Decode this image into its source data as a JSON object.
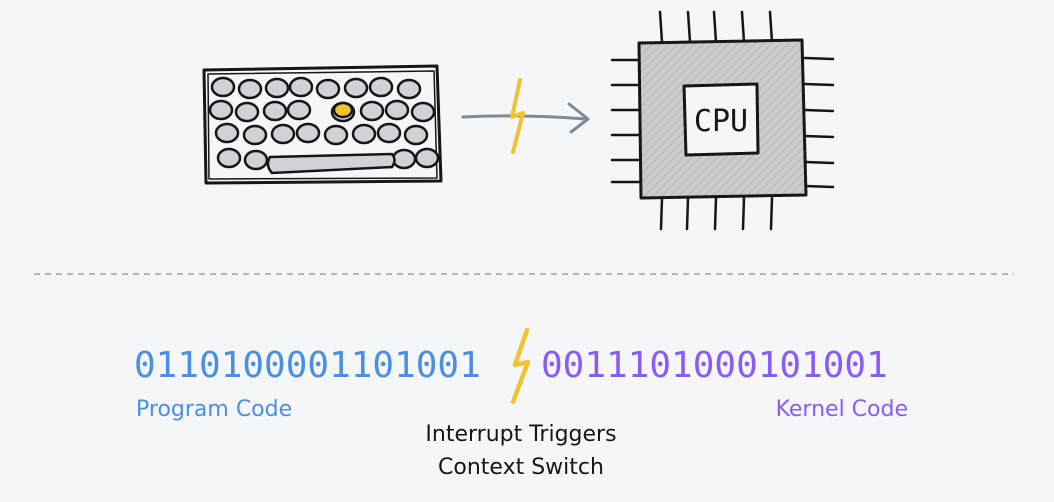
{
  "colors": {
    "background": "#f5f6f8",
    "ink": "#161616",
    "key_fill": "#cfd2d6",
    "highlight_key": "#f1c232",
    "lightning": "#f1c232",
    "arrow": "#7d8a99",
    "chip_fill": "#c9cccf",
    "divider": "#9aa0a6",
    "program": "#4a90e2",
    "kernel": "#8a5cf5"
  },
  "icons": {
    "keyboard": "keyboard-icon",
    "interrupt": "lightning-bolt-icon",
    "signal": "arrow-right-icon",
    "processor": "cpu-chip-icon"
  },
  "cpu_label": "CPU",
  "code": {
    "program_bits": "0110100001101001",
    "kernel_bits": "0011101000101001",
    "program_label": "Program Code",
    "kernel_label": "Kernel Code"
  },
  "caption": {
    "line1": "Interrupt Triggers",
    "line2": "Context Switch"
  }
}
